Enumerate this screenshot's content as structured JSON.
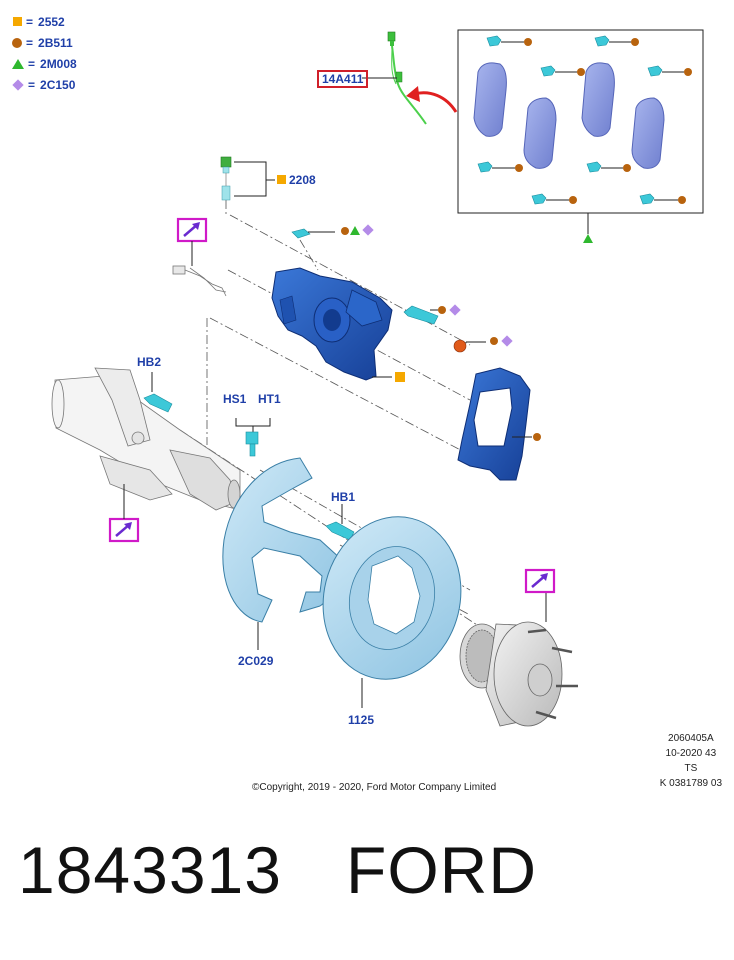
{
  "legend": [
    {
      "symbol": "square",
      "color": "#f5a800",
      "eq": "=",
      "code": "2552"
    },
    {
      "symbol": "circle",
      "color": "#b8630e",
      "eq": "=",
      "code": "2B511"
    },
    {
      "symbol": "triangle",
      "color": "#2fb82f",
      "eq": "=",
      "code": "2M008"
    },
    {
      "symbol": "diamond",
      "color": "#b48be8",
      "eq": "=",
      "code": "2C150"
    }
  ],
  "labels": {
    "sensor": "14A411",
    "bleeder": "2208",
    "hb2": "HB2",
    "hs1": "HS1",
    "ht1": "HT1",
    "hb1": "HB1",
    "shield": "2C029",
    "disc": "1125"
  },
  "reference": {
    "line1": "2060405A",
    "line2": "10-2020 43",
    "line3": "TS",
    "line4": "K 0381789 03"
  },
  "copyright": "©Copyright, 2019 - 2020, Ford Motor Company Limited",
  "footer": {
    "part_number": "1843313",
    "brand": "FORD"
  },
  "colors": {
    "label_blue": "#1f3fa8",
    "caliper_blue": "#1d4fb0",
    "part_teal": "#3cc8d8",
    "disc_light": "#b7ddf0",
    "pad_blue": "#8f9ee0",
    "frame_magenta": "#d01ac8",
    "arrow_red": "#e02020",
    "sensor_green": "#4cd04c"
  },
  "icons": [
    "note-icon"
  ]
}
